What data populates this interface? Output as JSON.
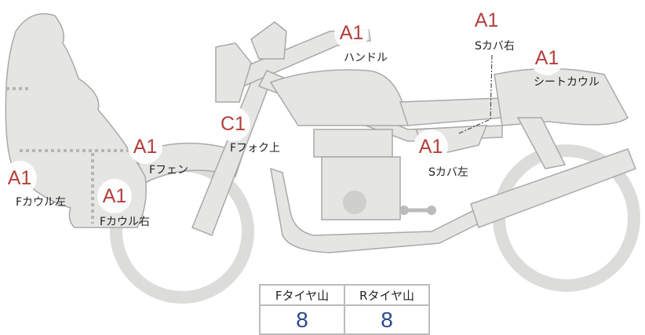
{
  "parts": [
    {
      "code": "A1",
      "label": "ハンドル"
    },
    {
      "code": "A1",
      "label": "Sカバ右"
    },
    {
      "code": "A1",
      "label": "シートカウル"
    },
    {
      "code": "C1",
      "label": "Fフォク上"
    },
    {
      "code": "A1",
      "label": "Fフェン"
    },
    {
      "code": "A1",
      "label": "Sカバ左"
    },
    {
      "code": "A1",
      "label": "Fカウル左"
    },
    {
      "code": "A1",
      "label": "Fカウル右"
    }
  ],
  "tire_table": {
    "headers": [
      "Fタイヤ山",
      "Rタイヤ山"
    ],
    "values": [
      "8",
      "8"
    ]
  }
}
